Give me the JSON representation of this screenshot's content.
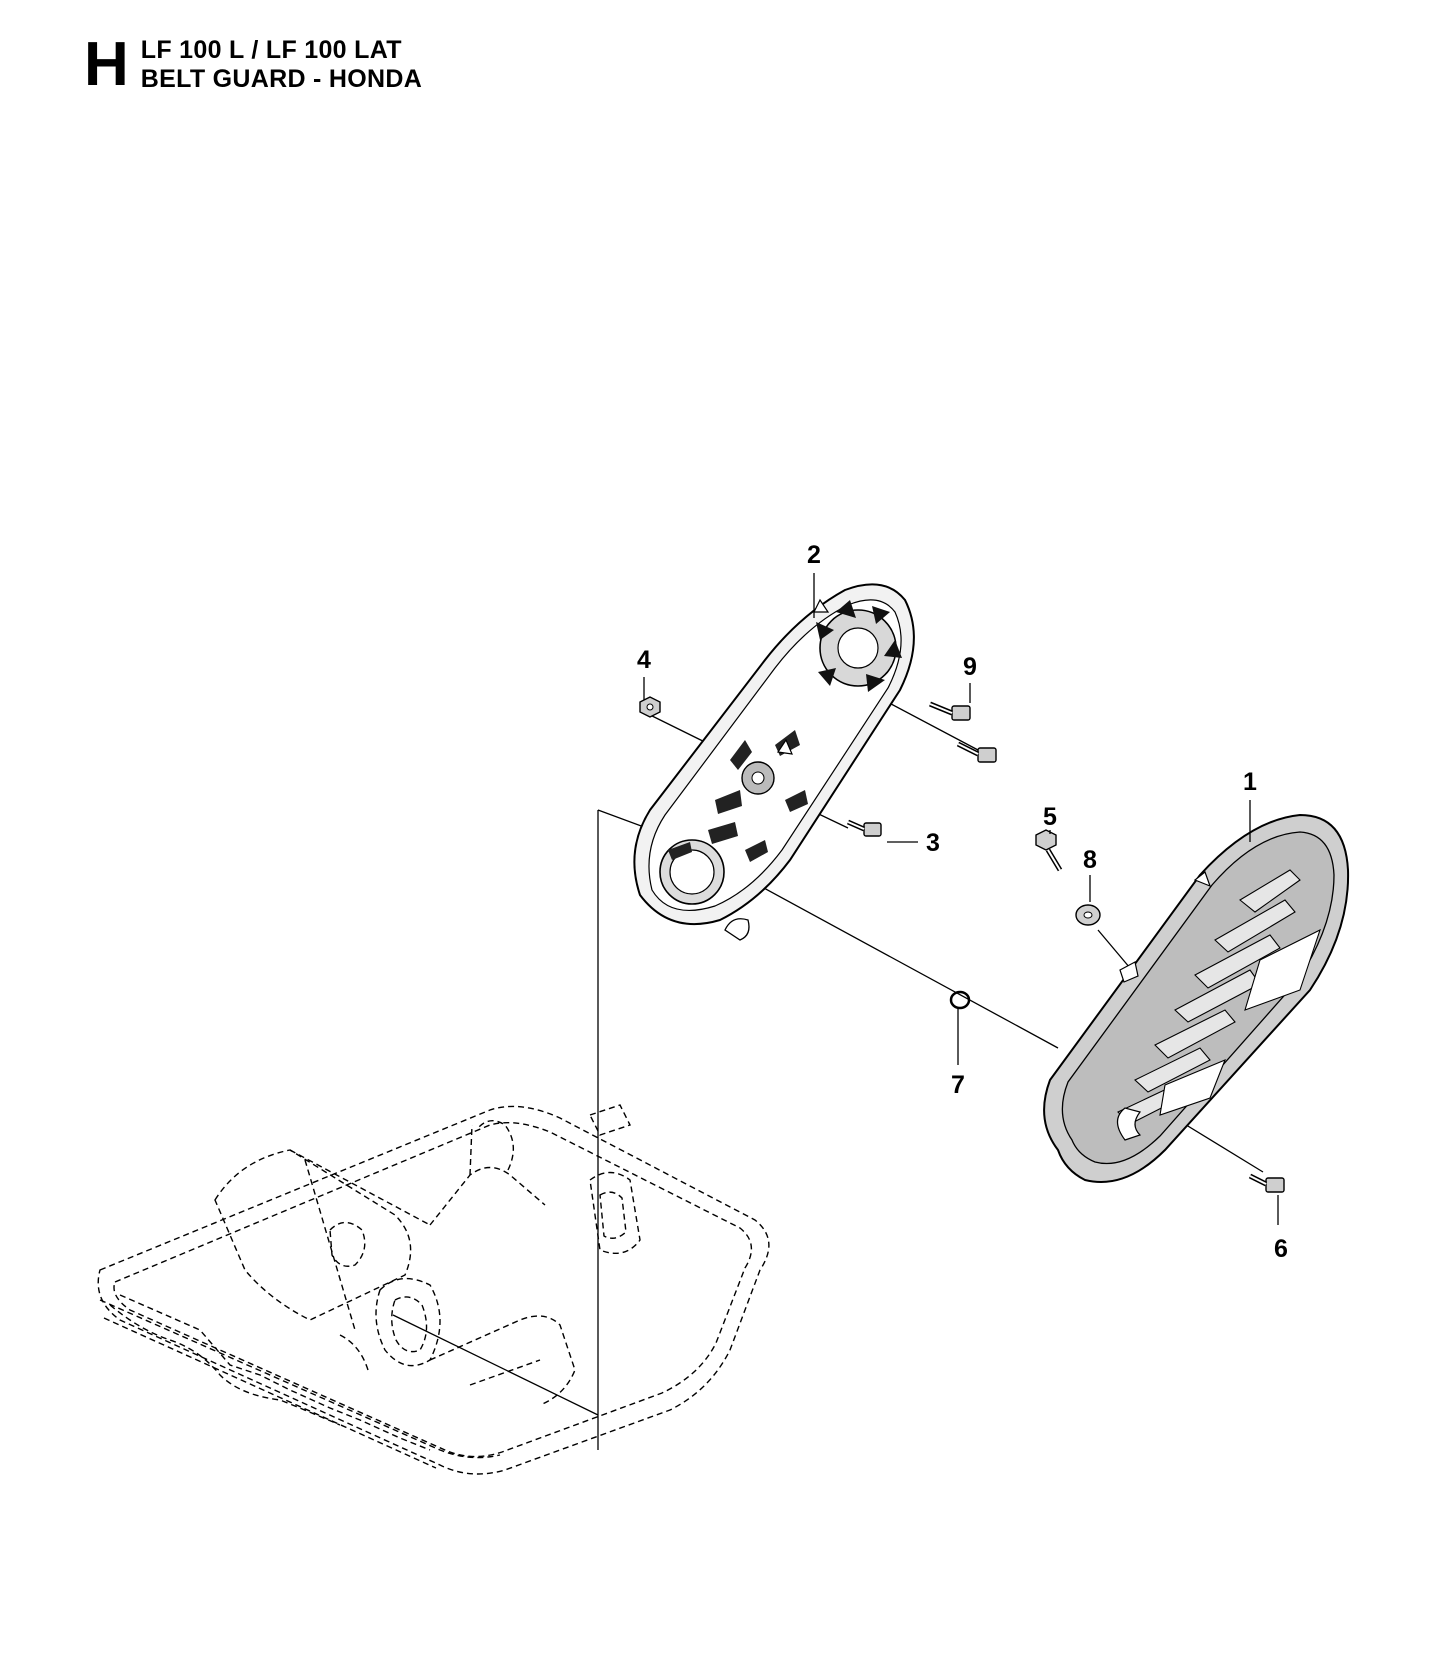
{
  "header": {
    "section_letter": "H",
    "model_line": "LF 100 L / LF 100 LAT",
    "title_line": "BELT GUARD - HONDA"
  },
  "callouts": {
    "c1": "1",
    "c2": "2",
    "c3": "3",
    "c4": "4",
    "c5": "5",
    "c6": "6",
    "c7": "7",
    "c8": "8",
    "c9": "9"
  }
}
